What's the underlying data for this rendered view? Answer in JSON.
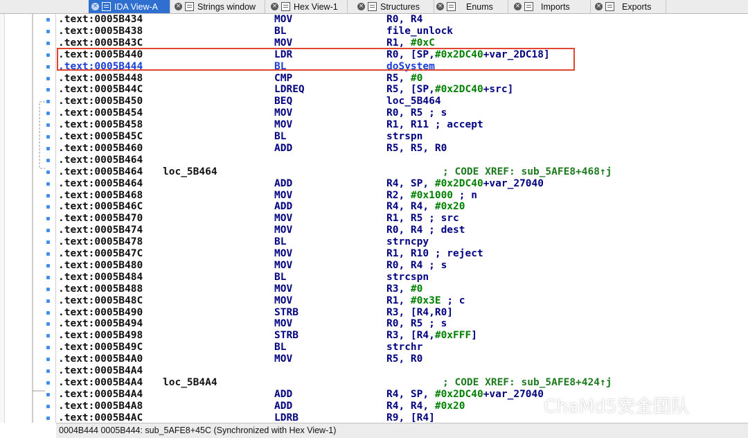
{
  "tabs": [
    {
      "label": "IDA View-A",
      "active": true
    },
    {
      "label": "Strings window",
      "active": false
    },
    {
      "label": "Hex View-1",
      "active": false
    },
    {
      "label": "Structures",
      "active": false
    },
    {
      "label": "Enums",
      "active": false
    },
    {
      "label": "Imports",
      "active": false
    },
    {
      "label": "Exports",
      "active": false
    }
  ],
  "rows": [
    {
      "addr": ".text:0005B434",
      "label": "",
      "mnem": "MOV",
      "ops": "R0, R4"
    },
    {
      "addr": ".text:0005B438",
      "label": "",
      "mnem": "BL",
      "ops": "file_unlock"
    },
    {
      "addr": ".text:0005B43C",
      "label": "",
      "mnem": "MOV",
      "ops": "R1, #0xC"
    },
    {
      "addr": ".text:0005B440",
      "label": "",
      "mnem": "LDR",
      "ops": "R0, [SP,#0x2DC40+var_2DC18]"
    },
    {
      "addr": ".text:0005B444",
      "label": "",
      "mnem": "BL",
      "ops": "doSystem",
      "selected": true
    },
    {
      "addr": ".text:0005B448",
      "label": "",
      "mnem": "CMP",
      "ops": "R5, #0"
    },
    {
      "addr": ".text:0005B44C",
      "label": "",
      "mnem": "LDREQ",
      "ops": "R5, [SP,#0x2DC40+src]"
    },
    {
      "addr": ".text:0005B450",
      "label": "",
      "mnem": "BEQ",
      "ops": "loc_5B464"
    },
    {
      "addr": ".text:0005B454",
      "label": "",
      "mnem": "MOV",
      "ops": "R0, R5  ; s"
    },
    {
      "addr": ".text:0005B458",
      "label": "",
      "mnem": "MOV",
      "ops": "R1, R11 ; accept"
    },
    {
      "addr": ".text:0005B45C",
      "label": "",
      "mnem": "BL",
      "ops": "strspn"
    },
    {
      "addr": ".text:0005B460",
      "label": "",
      "mnem": "ADD",
      "ops": "R5, R5, R0"
    },
    {
      "addr": ".text:0005B464",
      "label": "",
      "mnem": "",
      "ops": ""
    },
    {
      "addr": ".text:0005B464",
      "label": "loc_5B464",
      "mnem": "",
      "ops": "",
      "xref": "; CODE XREF: sub_5AFE8+468↑j"
    },
    {
      "addr": ".text:0005B464",
      "label": "",
      "mnem": "ADD",
      "ops": "R4, SP, #0x2DC40+var_27040"
    },
    {
      "addr": ".text:0005B468",
      "label": "",
      "mnem": "MOV",
      "ops": "R2, #0x1000 ; n"
    },
    {
      "addr": ".text:0005B46C",
      "label": "",
      "mnem": "ADD",
      "ops": "R4, R4, #0x20"
    },
    {
      "addr": ".text:0005B470",
      "label": "",
      "mnem": "MOV",
      "ops": "R1, R5  ; src"
    },
    {
      "addr": ".text:0005B474",
      "label": "",
      "mnem": "MOV",
      "ops": "R0, R4  ; dest"
    },
    {
      "addr": ".text:0005B478",
      "label": "",
      "mnem": "BL",
      "ops": "strncpy"
    },
    {
      "addr": ".text:0005B47C",
      "label": "",
      "mnem": "MOV",
      "ops": "R1, R10 ; reject"
    },
    {
      "addr": ".text:0005B480",
      "label": "",
      "mnem": "MOV",
      "ops": "R0, R4  ; s"
    },
    {
      "addr": ".text:0005B484",
      "label": "",
      "mnem": "BL",
      "ops": "strcspn"
    },
    {
      "addr": ".text:0005B488",
      "label": "",
      "mnem": "MOV",
      "ops": "R3, #0"
    },
    {
      "addr": ".text:0005B48C",
      "label": "",
      "mnem": "MOV",
      "ops": "R1, #0x3E ; c"
    },
    {
      "addr": ".text:0005B490",
      "label": "",
      "mnem": "STRB",
      "ops": "R3, [R4,R0]"
    },
    {
      "addr": ".text:0005B494",
      "label": "",
      "mnem": "MOV",
      "ops": "R0, R5  ; s"
    },
    {
      "addr": ".text:0005B498",
      "label": "",
      "mnem": "STRB",
      "ops": "R3, [R4,#0xFFF]"
    },
    {
      "addr": ".text:0005B49C",
      "label": "",
      "mnem": "BL",
      "ops": "strchr"
    },
    {
      "addr": ".text:0005B4A0",
      "label": "",
      "mnem": "MOV",
      "ops": "R5, R0"
    },
    {
      "addr": ".text:0005B4A4",
      "label": "",
      "mnem": "",
      "ops": ""
    },
    {
      "addr": ".text:0005B4A4",
      "label": "loc_5B4A4",
      "mnem": "",
      "ops": "",
      "xref": "; CODE XREF: sub_5AFE8+424↑j"
    },
    {
      "addr": ".text:0005B4A4",
      "label": "",
      "mnem": "ADD",
      "ops": "R4, SP, #0x2DC40+var_27040"
    },
    {
      "addr": ".text:0005B4A8",
      "label": "",
      "mnem": "ADD",
      "ops": "R4, R4, #0x20"
    },
    {
      "addr": ".text:0005B4AC",
      "label": "",
      "mnem": "LDRB",
      "ops": "R9, [R4]"
    }
  ],
  "status": {
    "text": "0004B444 0005B444: sub_5AFE8+45C (Synchronized with Hex View-1)"
  },
  "watermark": {
    "text": "ChaMd5安全团队"
  },
  "colors": {
    "accent": "#2f6fd0",
    "highlight": "#e0452f",
    "mnemonic": "#000080",
    "number": "#008000"
  }
}
